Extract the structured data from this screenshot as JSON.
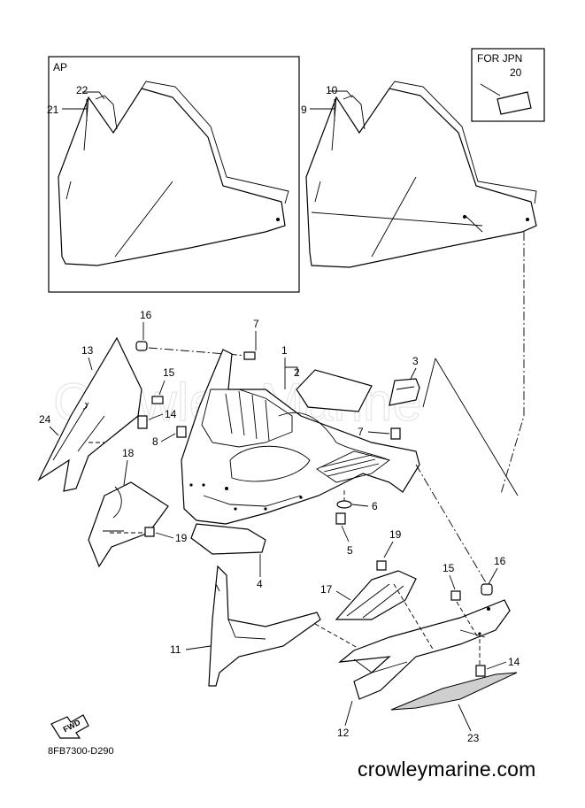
{
  "watermark": "Crowley Marine",
  "site_label": "crowleymarine.com",
  "diagram_code": "8FB7300-D290",
  "fwd_label": "FWD",
  "boxes": {
    "ap": {
      "label": "AP"
    },
    "jpn": {
      "label": "FOR JPN",
      "part": "20"
    }
  },
  "callouts": {
    "c1": "1",
    "c2": "2",
    "c3": "3",
    "c4": "4",
    "c5": "5",
    "c6": "6",
    "c7a": "7",
    "c7b": "7",
    "c8": "8",
    "c9": "9",
    "c10": "10",
    "c11": "11",
    "c12": "12",
    "c13": "13",
    "c14a": "14",
    "c14b": "14",
    "c15a": "15",
    "c15b": "15",
    "c16a": "16",
    "c16b": "16",
    "c17": "17",
    "c18": "18",
    "c19a": "19",
    "c19b": "19",
    "c21": "21",
    "c22": "22",
    "c23": "23",
    "c24": "24"
  },
  "colors": {
    "ink": "#000000",
    "watermark": "#e6e6e6",
    "shade": "#cfcfcf"
  }
}
